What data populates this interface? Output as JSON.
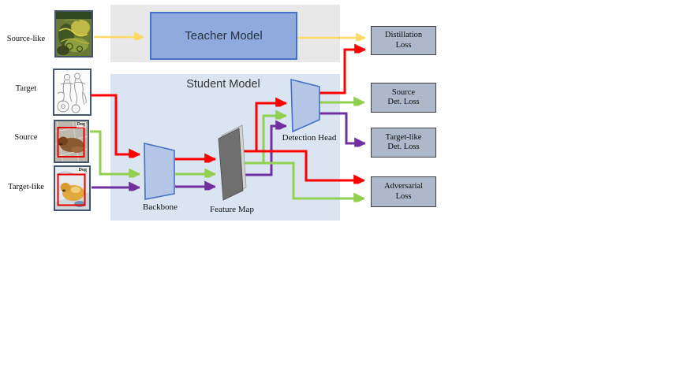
{
  "figure": {
    "inputs": [
      {
        "label": "Source-like"
      },
      {
        "label": "Target"
      },
      {
        "label": "Source",
        "bbox_label": "Dog"
      },
      {
        "label": "Target-like",
        "bbox_label": "Dog"
      }
    ],
    "teacher_model": {
      "label": "Teacher Model"
    },
    "student_model": {
      "label": "Student Model",
      "backbone": "Backbone",
      "feature_map": "Feature Map",
      "detection_head": "Detection Head"
    },
    "losses": [
      {
        "line1": "Distillation",
        "line2": "Loss"
      },
      {
        "line1": "Source",
        "line2": "Det. Loss"
      },
      {
        "line1": "Target-like",
        "line2": "Det. Loss"
      },
      {
        "line1": "Adversarial",
        "line2": "Loss"
      }
    ],
    "colors": {
      "source_like_flow": "#ffd966",
      "target_flow": "#fe0000",
      "source_flow": "#92d050",
      "target_like_flow": "#7030a0",
      "teacher_region_bg": "#e9e8e8",
      "student_region_bg": "#dbe5f2",
      "teacher_box_fill": "#8faadc",
      "teacher_box_border": "#4472c4",
      "trapezoid_fill": "#b4c7e7",
      "feature_map_fill": "#6f6f6f",
      "loss_box_fill": "#adb9ca",
      "loss_box_border": "#3f3f3f"
    }
  }
}
